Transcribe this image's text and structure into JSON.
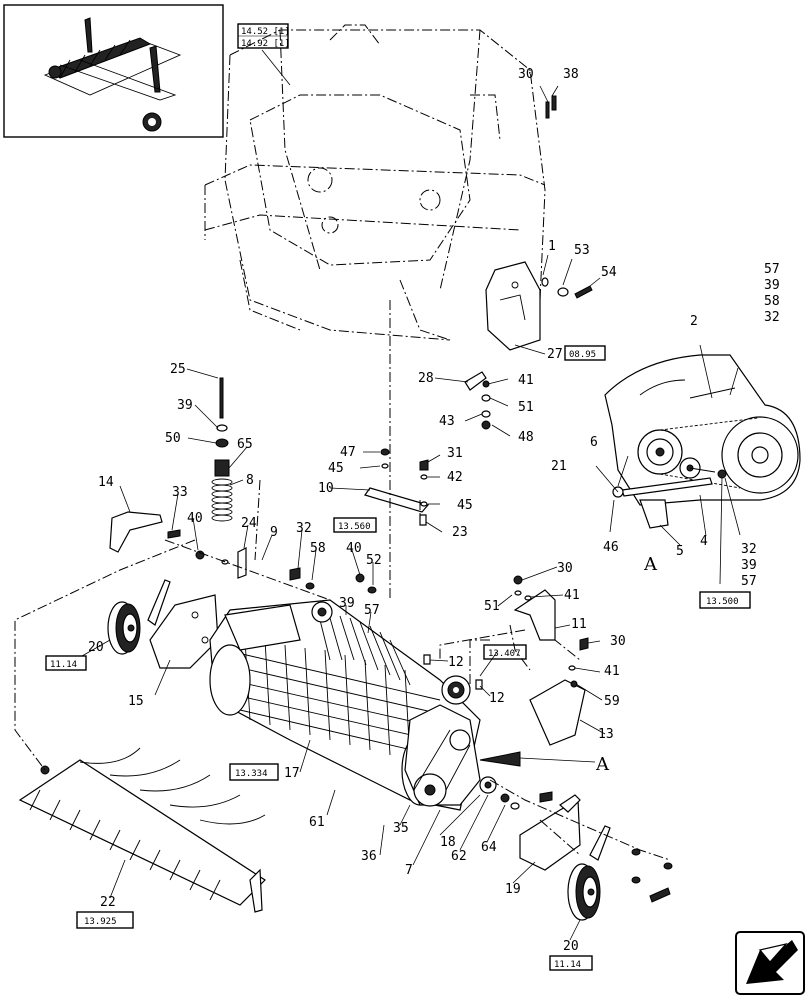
{
  "callouts": [
    "30",
    "38",
    "1",
    "53",
    "54",
    "57",
    "39",
    "58",
    "32",
    "2",
    "25",
    "28",
    "41",
    "51",
    "43",
    "48",
    "39",
    "50",
    "65",
    "8",
    "47",
    "31",
    "45",
    "42",
    "45",
    "10",
    "23",
    "27",
    "14",
    "33",
    "40",
    "24",
    "9",
    "32",
    "58",
    "40",
    "52",
    "39",
    "57",
    "21",
    "6",
    "46",
    "5",
    "4",
    "32",
    "39",
    "57",
    "30",
    "51",
    "41",
    "11",
    "30",
    "41",
    "59",
    "13",
    "12",
    "12",
    "20",
    "15",
    "17",
    "61",
    "36",
    "35",
    "7",
    "18",
    "62",
    "64",
    "19",
    "22",
    "20"
  ],
  "view_label": "A",
  "arrow_label": "A",
  "ref_boxes": [
    "14.52 [1]",
    "14.92 [1]",
    "08.95",
    "13.560",
    "13.407",
    "13.500",
    "11.14",
    "13.334",
    "13.925",
    "11.14"
  ]
}
